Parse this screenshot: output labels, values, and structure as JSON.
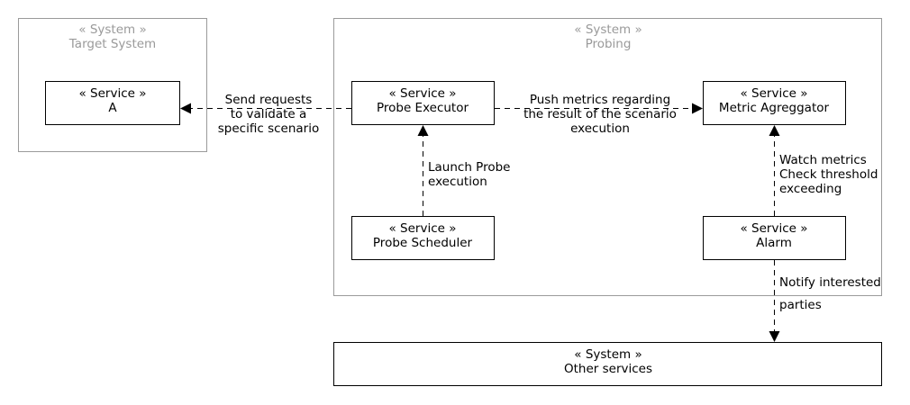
{
  "systems": {
    "target": {
      "stereotype": "« System »",
      "name": "Target System"
    },
    "probing": {
      "stereotype": "« System »",
      "name": "Probing"
    },
    "other": {
      "stereotype": "« System »",
      "name": "Other services"
    }
  },
  "services": {
    "a": {
      "stereotype": "« Service »",
      "name": "A"
    },
    "probe_executor": {
      "stereotype": "« Service »",
      "name": "Probe Executor"
    },
    "metric_aggregator": {
      "stereotype": "« Service »",
      "name": "Metric Agreggator"
    },
    "probe_scheduler": {
      "stereotype": "« Service »",
      "name": "Probe Scheduler"
    },
    "alarm": {
      "stereotype": "« Service »",
      "name": "Alarm"
    }
  },
  "edges": {
    "send_requests": {
      "line1": "Send requests",
      "line2": "to validate a",
      "line3": "specific scenario"
    },
    "push_metrics": {
      "line1": "Push metrics regarding",
      "line2": "the result of the scenario",
      "line3": "execution"
    },
    "launch_probe": {
      "line1": "Launch Probe",
      "line2": "execution"
    },
    "watch_metrics": {
      "line1": "Watch metrics",
      "line2": "Check threshold",
      "line3": "exceeding"
    },
    "notify": {
      "line1": "Notify interested",
      "line2": "parties"
    }
  },
  "colors": {
    "system_border": "#9a9a9a",
    "system_text": "#9a9a9a",
    "service_border": "#000000",
    "text": "#000000"
  }
}
